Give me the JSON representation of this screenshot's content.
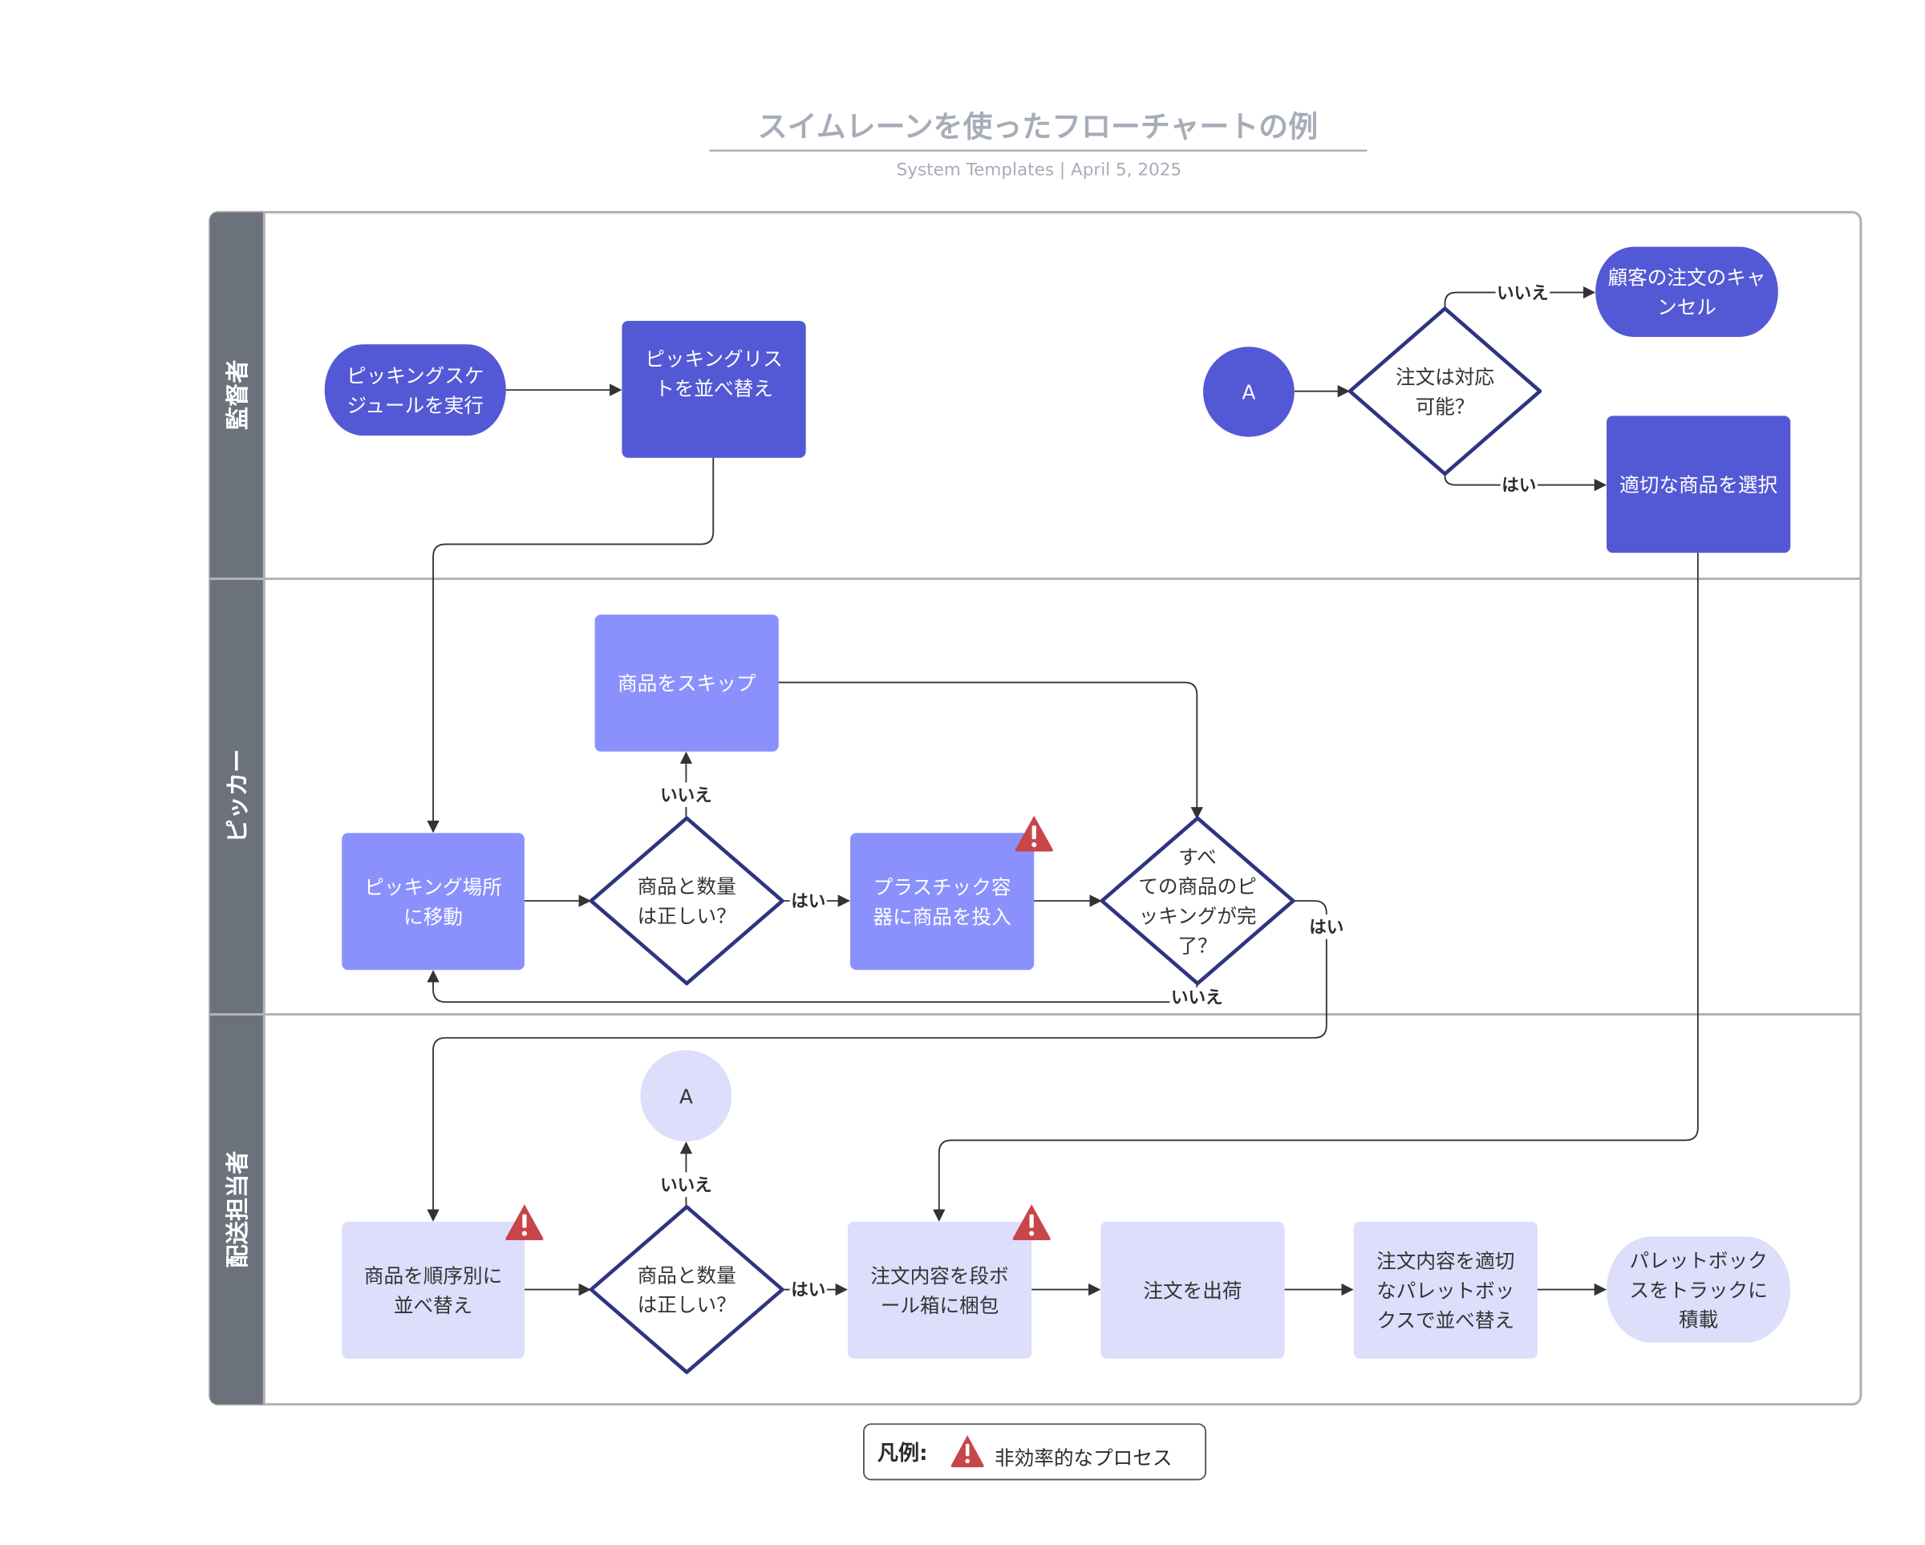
{
  "header": {
    "title": "スイムレーンを使ったフローチャートの例",
    "subtitle": "System Templates  |  April 5, 2025"
  },
  "colors": {
    "dark_node": "#5359d4",
    "mid_node": "#8b91fc",
    "light_node": "#dcdefc",
    "decision_border": "#2e3580",
    "lane_header": "#6c727c",
    "lane_border": "#b3b3b3",
    "edge": "#333333",
    "warning": "#c8454a",
    "title": "#a6adb8"
  },
  "lanes": [
    {
      "id": "supervisor",
      "label": "監督者"
    },
    {
      "id": "picker",
      "label": "ピッカー"
    },
    {
      "id": "shipper",
      "label": "配送担当者"
    }
  ],
  "nodes": {
    "run_schedule": {
      "lines": [
        "ピッキングスケ",
        "ジュールを実行"
      ]
    },
    "sort_list": {
      "lines": [
        "ピッキングリス",
        "トを並べ替え"
      ]
    },
    "connector_a_top": {
      "lines": [
        "A"
      ]
    },
    "order_possible": {
      "lines": [
        "注文は対応",
        "可能？"
      ]
    },
    "cancel_order": {
      "lines": [
        "顧客の注文のキャ",
        "ンセル"
      ]
    },
    "select_items": {
      "lines": [
        "適切な商品を選択"
      ]
    },
    "skip_item": {
      "lines": [
        "商品をスキップ"
      ]
    },
    "go_location": {
      "lines": [
        "ピッキング場所",
        "に移動"
      ]
    },
    "check_items_picker": {
      "lines": [
        "商品と数量",
        "は正しい？"
      ]
    },
    "put_container": {
      "lines": [
        "プラスチック容",
        "器に商品を投入"
      ]
    },
    "all_picked": {
      "lines": [
        "すべ",
        "ての商品のピ",
        "ッキングが完",
        "了？"
      ]
    },
    "connector_a_bottom": {
      "lines": [
        "A"
      ]
    },
    "sort_sequence": {
      "lines": [
        "商品を順序別に",
        "並べ替え"
      ]
    },
    "check_items_shipper": {
      "lines": [
        "商品と数量",
        "は正しい？"
      ]
    },
    "pack_box": {
      "lines": [
        "注文内容を段ボ",
        "ール箱に梱包"
      ]
    },
    "ship_order": {
      "lines": [
        "注文を出荷"
      ]
    },
    "sort_pallet": {
      "lines": [
        "注文内容を適切",
        "なパレットボッ",
        "クスで並べ替え"
      ]
    },
    "load_truck": {
      "lines": [
        "パレットボック",
        "スをトラックに",
        "積載"
      ]
    }
  },
  "edge_labels": {
    "yes": "はい",
    "no": "いいえ"
  },
  "legend": {
    "title": "凡例:",
    "item": "非効率的なプロセス",
    "icon": "warning-icon"
  }
}
